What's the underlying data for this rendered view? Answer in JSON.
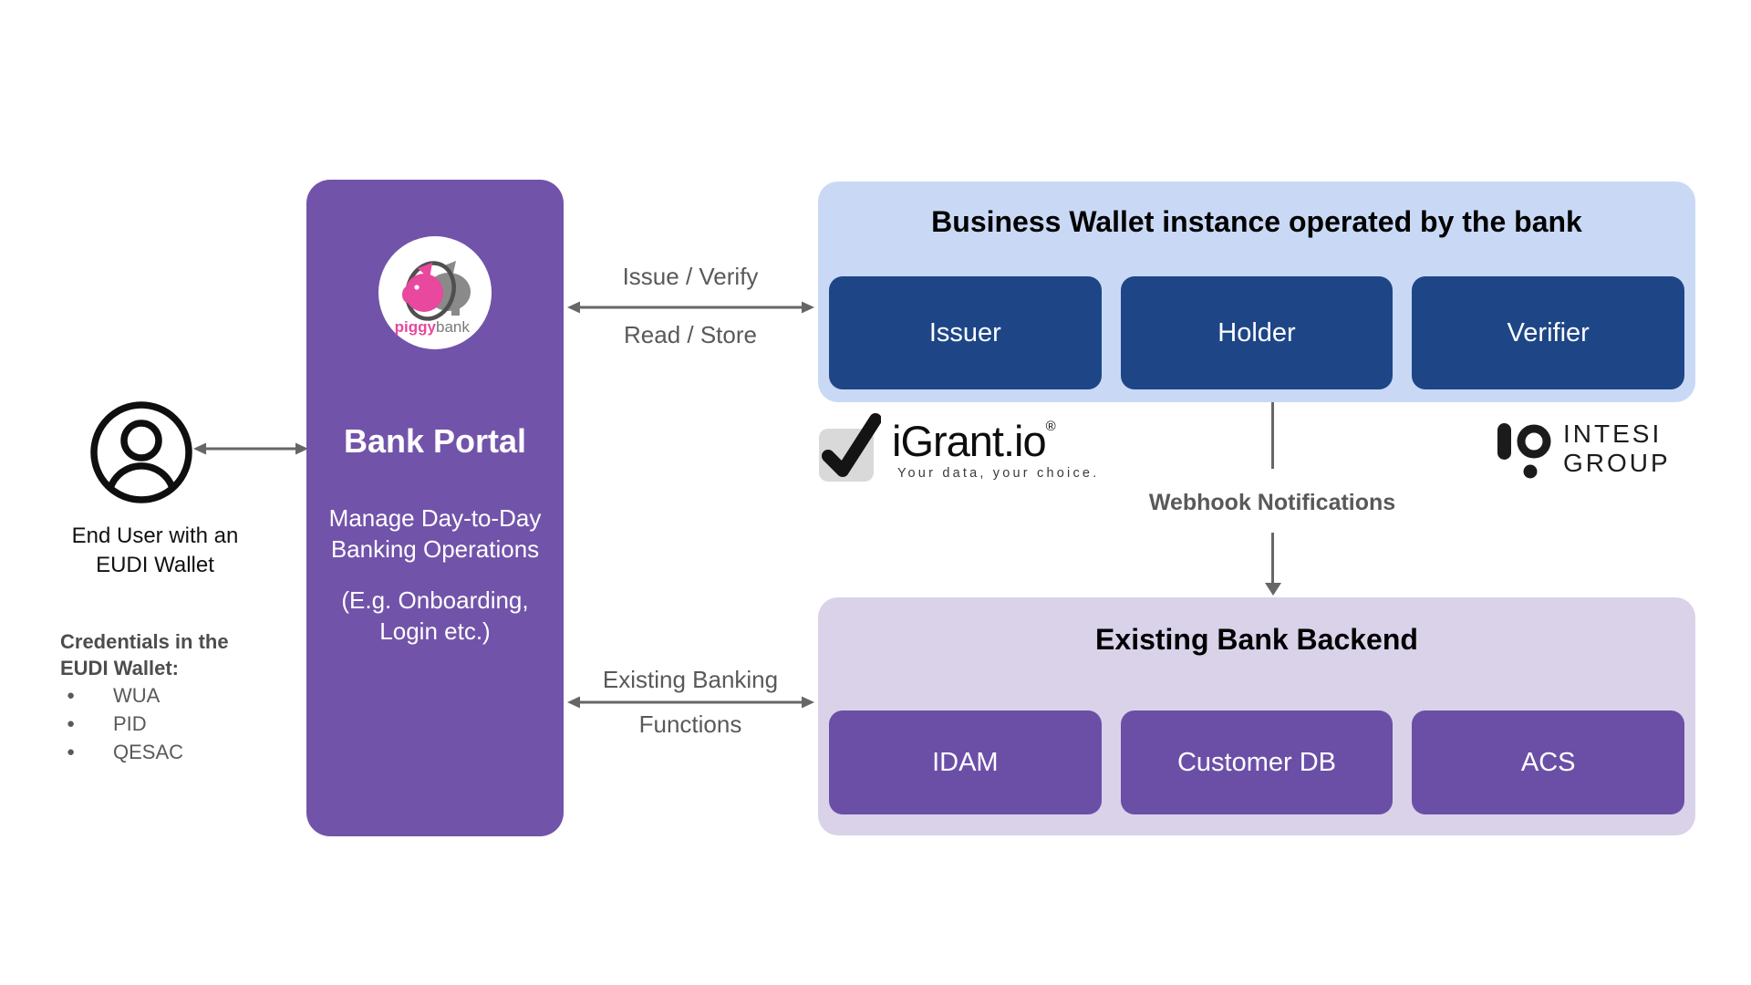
{
  "diagram": {
    "end_user": {
      "label": "End User with an\nEUDI Wallet"
    },
    "credentials": {
      "heading": "Credentials in the\nEUDI Wallet:",
      "items": [
        "WUA",
        "PID",
        "QESAC"
      ]
    },
    "bank_portal": {
      "title": "Bank Portal",
      "description": "Manage Day-to-Day\nBanking Operations",
      "example": "(E.g. Onboarding,\nLogin etc.)",
      "logo": {
        "brand_primary": "piggy",
        "brand_secondary": "bank"
      }
    },
    "arrows": {
      "issue_verify": {
        "top_label": "Issue / Verify",
        "bottom_label": "Read / Store"
      },
      "existing_banking": {
        "top_label": "Existing Banking",
        "bottom_label": "Functions"
      },
      "webhook": {
        "label": "Webhook Notifications"
      }
    },
    "business_wallet": {
      "title": "Business Wallet instance operated by the bank",
      "components": [
        "Issuer",
        "Holder",
        "Verifier"
      ]
    },
    "bank_backend": {
      "title": "Existing Bank Backend",
      "components": [
        "IDAM",
        "Customer DB",
        "ACS"
      ]
    },
    "igrant": {
      "name": "iGrant.io",
      "registered": "®",
      "tagline": "Your data, your choice."
    },
    "intesi": {
      "line1": "INTESI",
      "line2": "GROUP"
    }
  },
  "icons": {
    "bullet": "●"
  },
  "colors": {
    "bank_portal_purple": "#7253aa",
    "business_wallet_light_blue": "#c9d9f5",
    "wallet_component_dark_blue": "#1e4687",
    "backend_light_purple": "#d9d2e9",
    "backend_component_purple": "#6b4fa7",
    "arrow_gray": "#666666",
    "label_gray": "#595959",
    "piggybank_pink": "#e8489e",
    "piggybank_gray": "#8a8a8a"
  }
}
